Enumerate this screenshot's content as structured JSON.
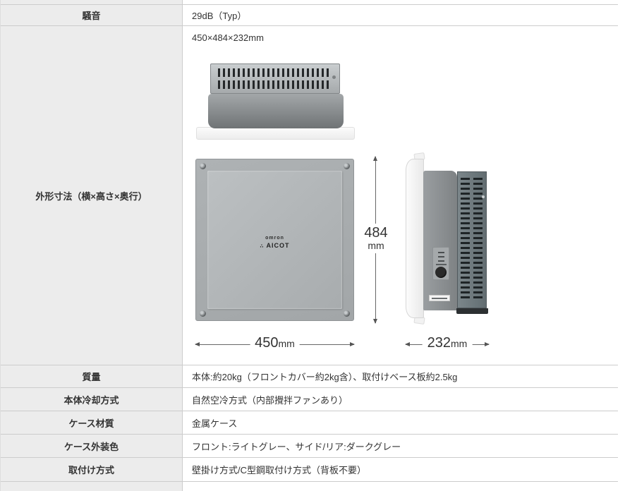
{
  "table": {
    "rows": [
      {
        "label": "騒音",
        "value": "29dB（Typ）"
      },
      {
        "label": "質量",
        "value": "本体:約20kg（フロントカバー約2kg含）、取付けベース板約2.5kg"
      },
      {
        "label": "本体冷却方式",
        "value": "自然空冷方式（内部攪拌ファンあり）"
      },
      {
        "label": "ケース材質",
        "value": "金属ケース"
      },
      {
        "label": "ケース外装色",
        "value": "フロント:ライトグレー、サイド/リア:ダークグレー"
      },
      {
        "label": "取付け方式",
        "value": "壁掛け方式/C型鋼取付け方式（背板不要）"
      }
    ],
    "dimensions_row": {
      "label": "外形寸法（横×高さ×奥行）",
      "value": "450×484×232mm",
      "width_label": "450",
      "height_label": "484",
      "depth_label": "232",
      "unit": "mm",
      "logo_brand": "omron",
      "logo_mark": "∴",
      "logo_product": "AICOT"
    }
  },
  "colors": {
    "label_bg": "#ececec",
    "border": "#cccccc",
    "text": "#333333"
  }
}
